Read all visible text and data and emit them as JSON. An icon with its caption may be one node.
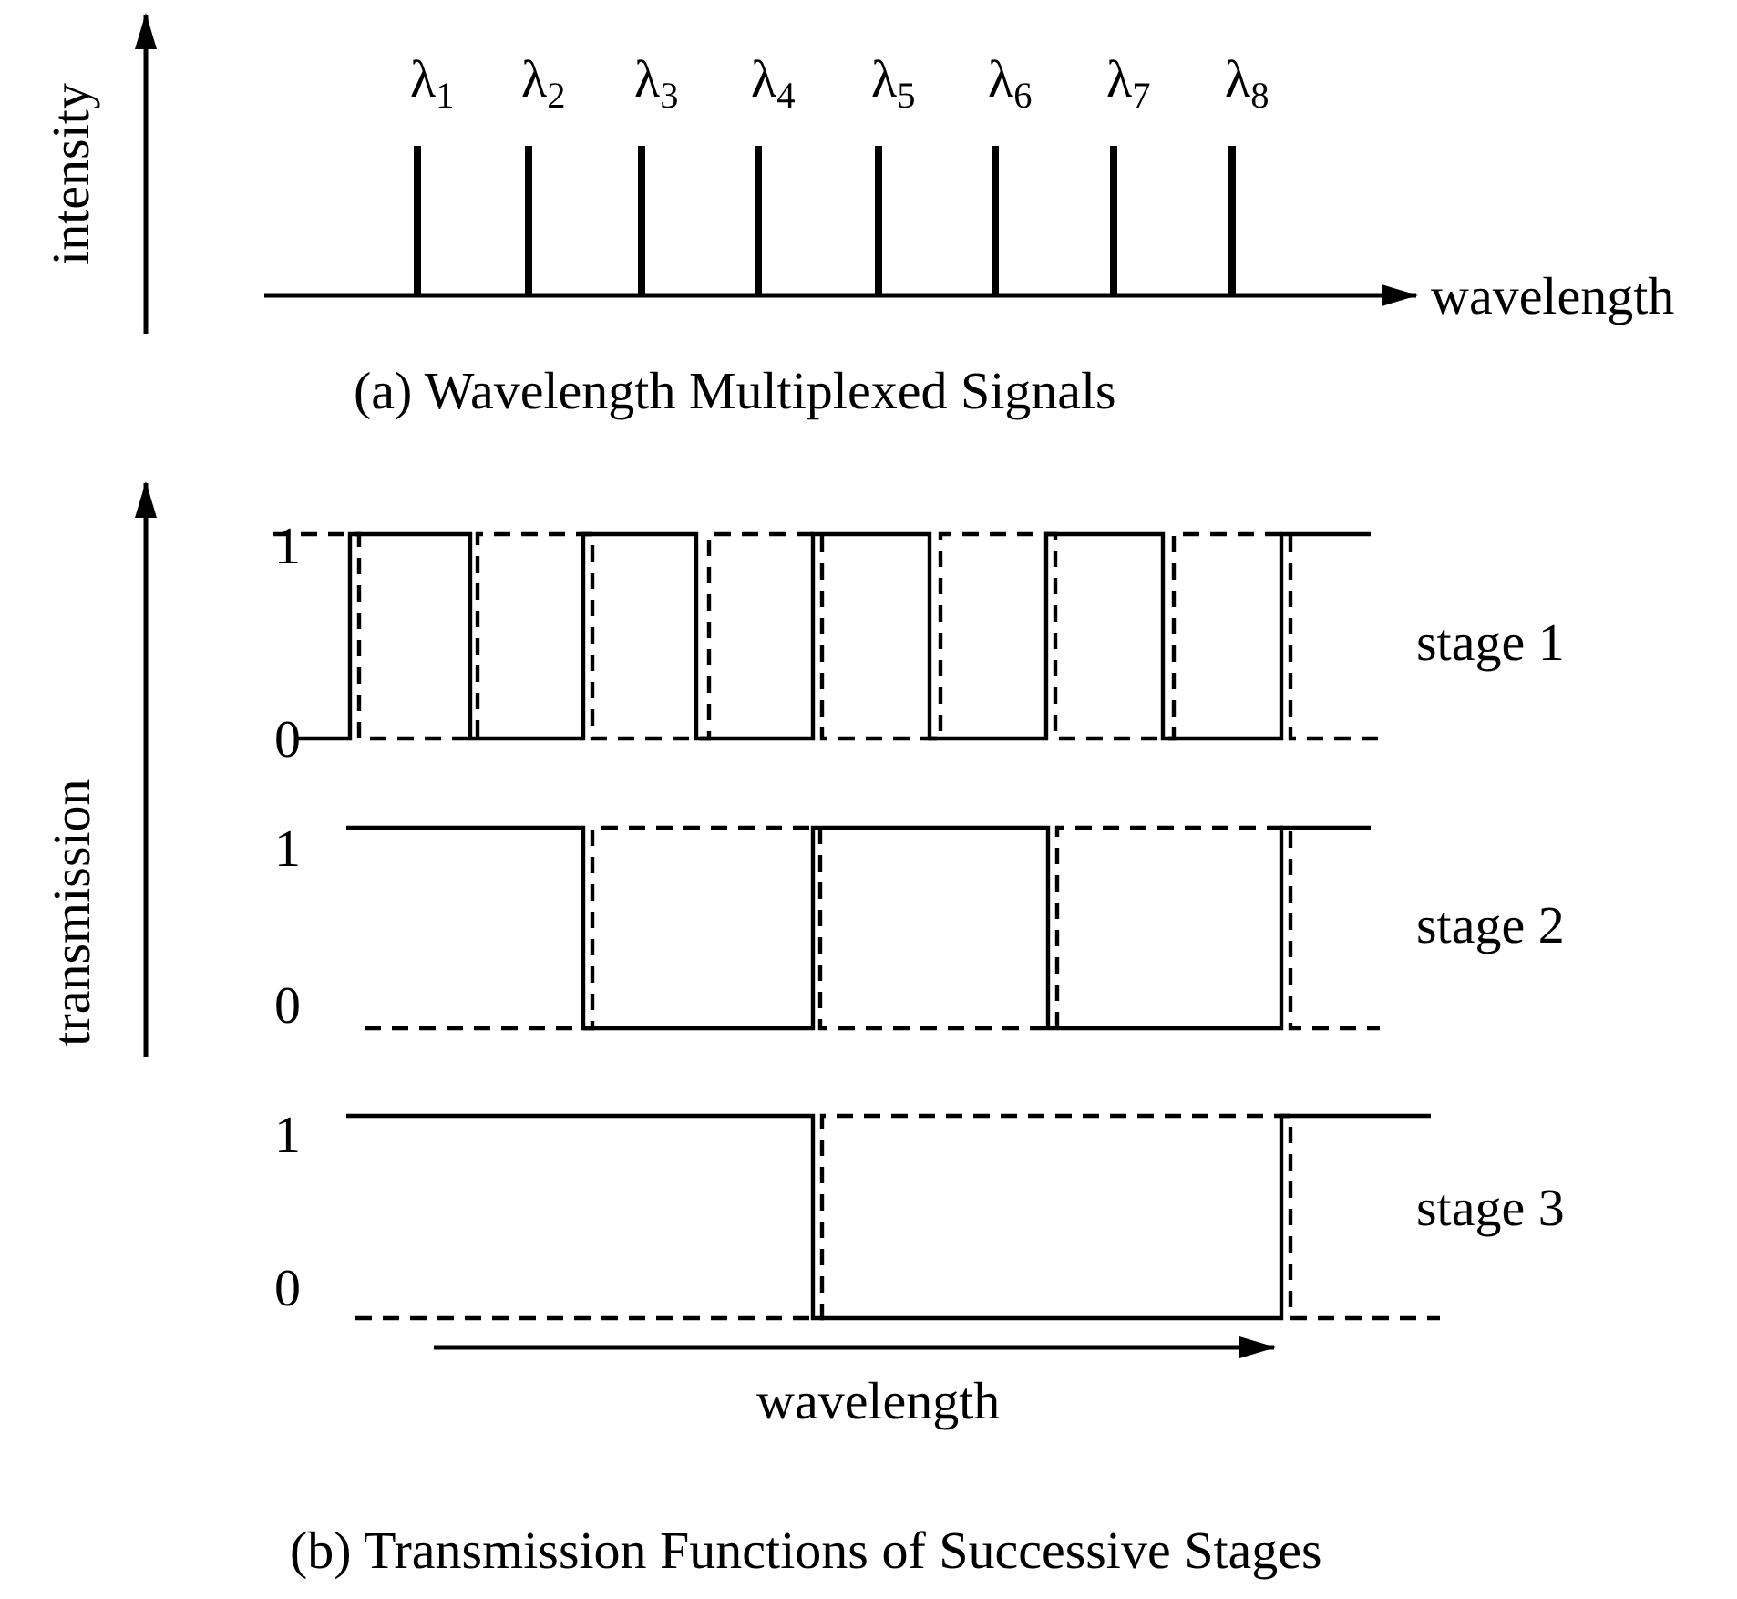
{
  "diagram": {
    "labels": [
      "intensity",
      "λ$_{1}$",
      "λ$_{2}$",
      "λ$_{3}$",
      "λ$_{4}$",
      "λ$_{5}$",
      "λ$_{6}$",
      "λ$_{7}$",
      "λ$_{8}$",
      "wavelength",
      "(a) Wavelength Multiplexed Signals",
      "transmission",
      "1",
      "0",
      "stage 1",
      "1",
      "0",
      "stage 2",
      "1",
      "0",
      "stage 3",
      "wavelength",
      "(b) Transmission Functions of Successive Stages"
    ]
  }
}
